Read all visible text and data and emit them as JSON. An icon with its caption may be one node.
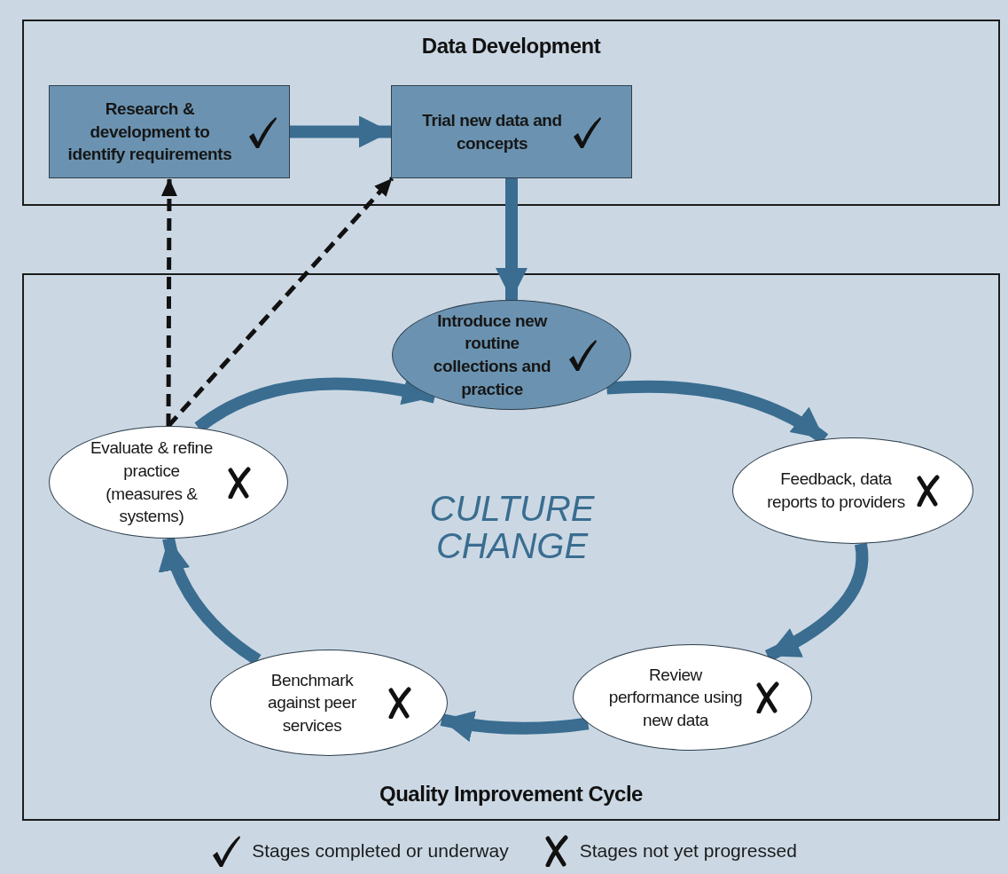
{
  "diagram": {
    "nodes": [
      {
        "text": [
          "Data Development"
        ]
      },
      {
        "text": [
          "Research & development to identify requirements"
        ],
        "in": 0
      },
      {
        "text": [
          "Trial new data and concepts"
        ],
        "in": 0
      },
      {
        "text": [
          "Quality Improvement Cycle"
        ]
      },
      {
        "text": [
          "Introduce new routine collections and practice"
        ],
        "in": 3
      },
      {
        "text": [
          "Feedback, data reports to providers"
        ],
        "in": 3
      },
      {
        "text": [
          "Review performance using new data"
        ],
        "in": 3
      },
      {
        "text": [
          "Benchmark against peer services"
        ],
        "in": 3
      },
      {
        "text": [
          "Evaluate & refine practice (measures & systems)"
        ],
        "in": 3
      }
    ],
    "edges": [
      {
        "from": 1,
        "to": 2,
        "arrow": "to"
      },
      {
        "from": 2,
        "to": 4,
        "arrow": "to"
      },
      {
        "from": 4,
        "to": 5,
        "arrow": "to"
      },
      {
        "from": 5,
        "to": 6,
        "arrow": "to"
      },
      {
        "from": 6,
        "to": 7,
        "arrow": "to"
      },
      {
        "from": 7,
        "to": 8,
        "arrow": "to"
      },
      {
        "from": 8,
        "to": 4,
        "arrow": "to"
      },
      {
        "from": 8,
        "to": 1,
        "arrow": "to",
        "style": "dashed",
        "color": "#111111"
      },
      {
        "from": 8,
        "to": 2,
        "arrow": "to",
        "style": "dashed",
        "color": "#111111"
      }
    ],
    "labels": [
      "CULTURE CHANGE"
    ],
    "legend": [
      {
        "text": "Stages completed or underway"
      },
      {
        "text": "Stages not yet progressed"
      }
    ]
  }
}
